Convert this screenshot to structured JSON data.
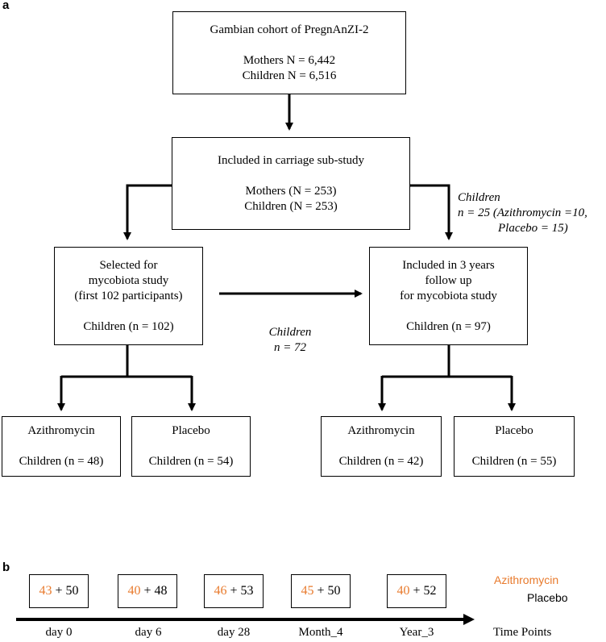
{
  "panel_a": {
    "label": "a",
    "top_box": {
      "title": "Gambian cohort of PregnAnZI-2",
      "line1": "Mothers N = 6,442",
      "line2": "Children N = 6,516"
    },
    "substudy_box": {
      "title": "Included in carriage sub-study",
      "line1": "Mothers (N = 253)",
      "line2": "Children (N = 253)"
    },
    "selected_box": {
      "line1": "Selected for",
      "line2": "mycobiota study",
      "line3": "(first 102 participants)",
      "count": "Children (n = 102)"
    },
    "followup_box": {
      "line1": "Included in 3 years",
      "line2": "follow up",
      "line3": "for mycobiota study",
      "count": "Children (n = 97)"
    },
    "middle_note": {
      "line1": "Children",
      "line2": "n = 72"
    },
    "right_note": {
      "line1": "Children",
      "line2": "n = 25 (Azithromycin =10,",
      "line3": "Placebo = 15)"
    },
    "left_azi_box": {
      "title": "Azithromycin",
      "count": "Children (n = 48)"
    },
    "left_pla_box": {
      "title": "Placebo",
      "count": "Children (n = 54)"
    },
    "right_azi_box": {
      "title": "Azithromycin",
      "count": "Children (n = 42)"
    },
    "right_pla_box": {
      "title": "Placebo",
      "count": "Children (n = 55)"
    }
  },
  "panel_b": {
    "label": "b",
    "timepoints": [
      {
        "label": "day 0",
        "azithromycin": "43",
        "sep": "+",
        "placebo": "50"
      },
      {
        "label": "day 6",
        "azithromycin": "40",
        "sep": "+",
        "placebo": "48"
      },
      {
        "label": "day 28",
        "azithromycin": "46",
        "sep": "+",
        "placebo": "53"
      },
      {
        "label": "Month_4",
        "azithromycin": "45",
        "sep": "+",
        "placebo": "50"
      },
      {
        "label": "Year_3",
        "azithromycin": "40",
        "sep": "+",
        "placebo": "52"
      }
    ],
    "axis_label": "Time Points",
    "legend": {
      "azithromycin": "Azithromycin",
      "placebo": "Placebo"
    },
    "colors": {
      "azithromycin": "#e87a2c",
      "placebo": "#000000"
    }
  }
}
